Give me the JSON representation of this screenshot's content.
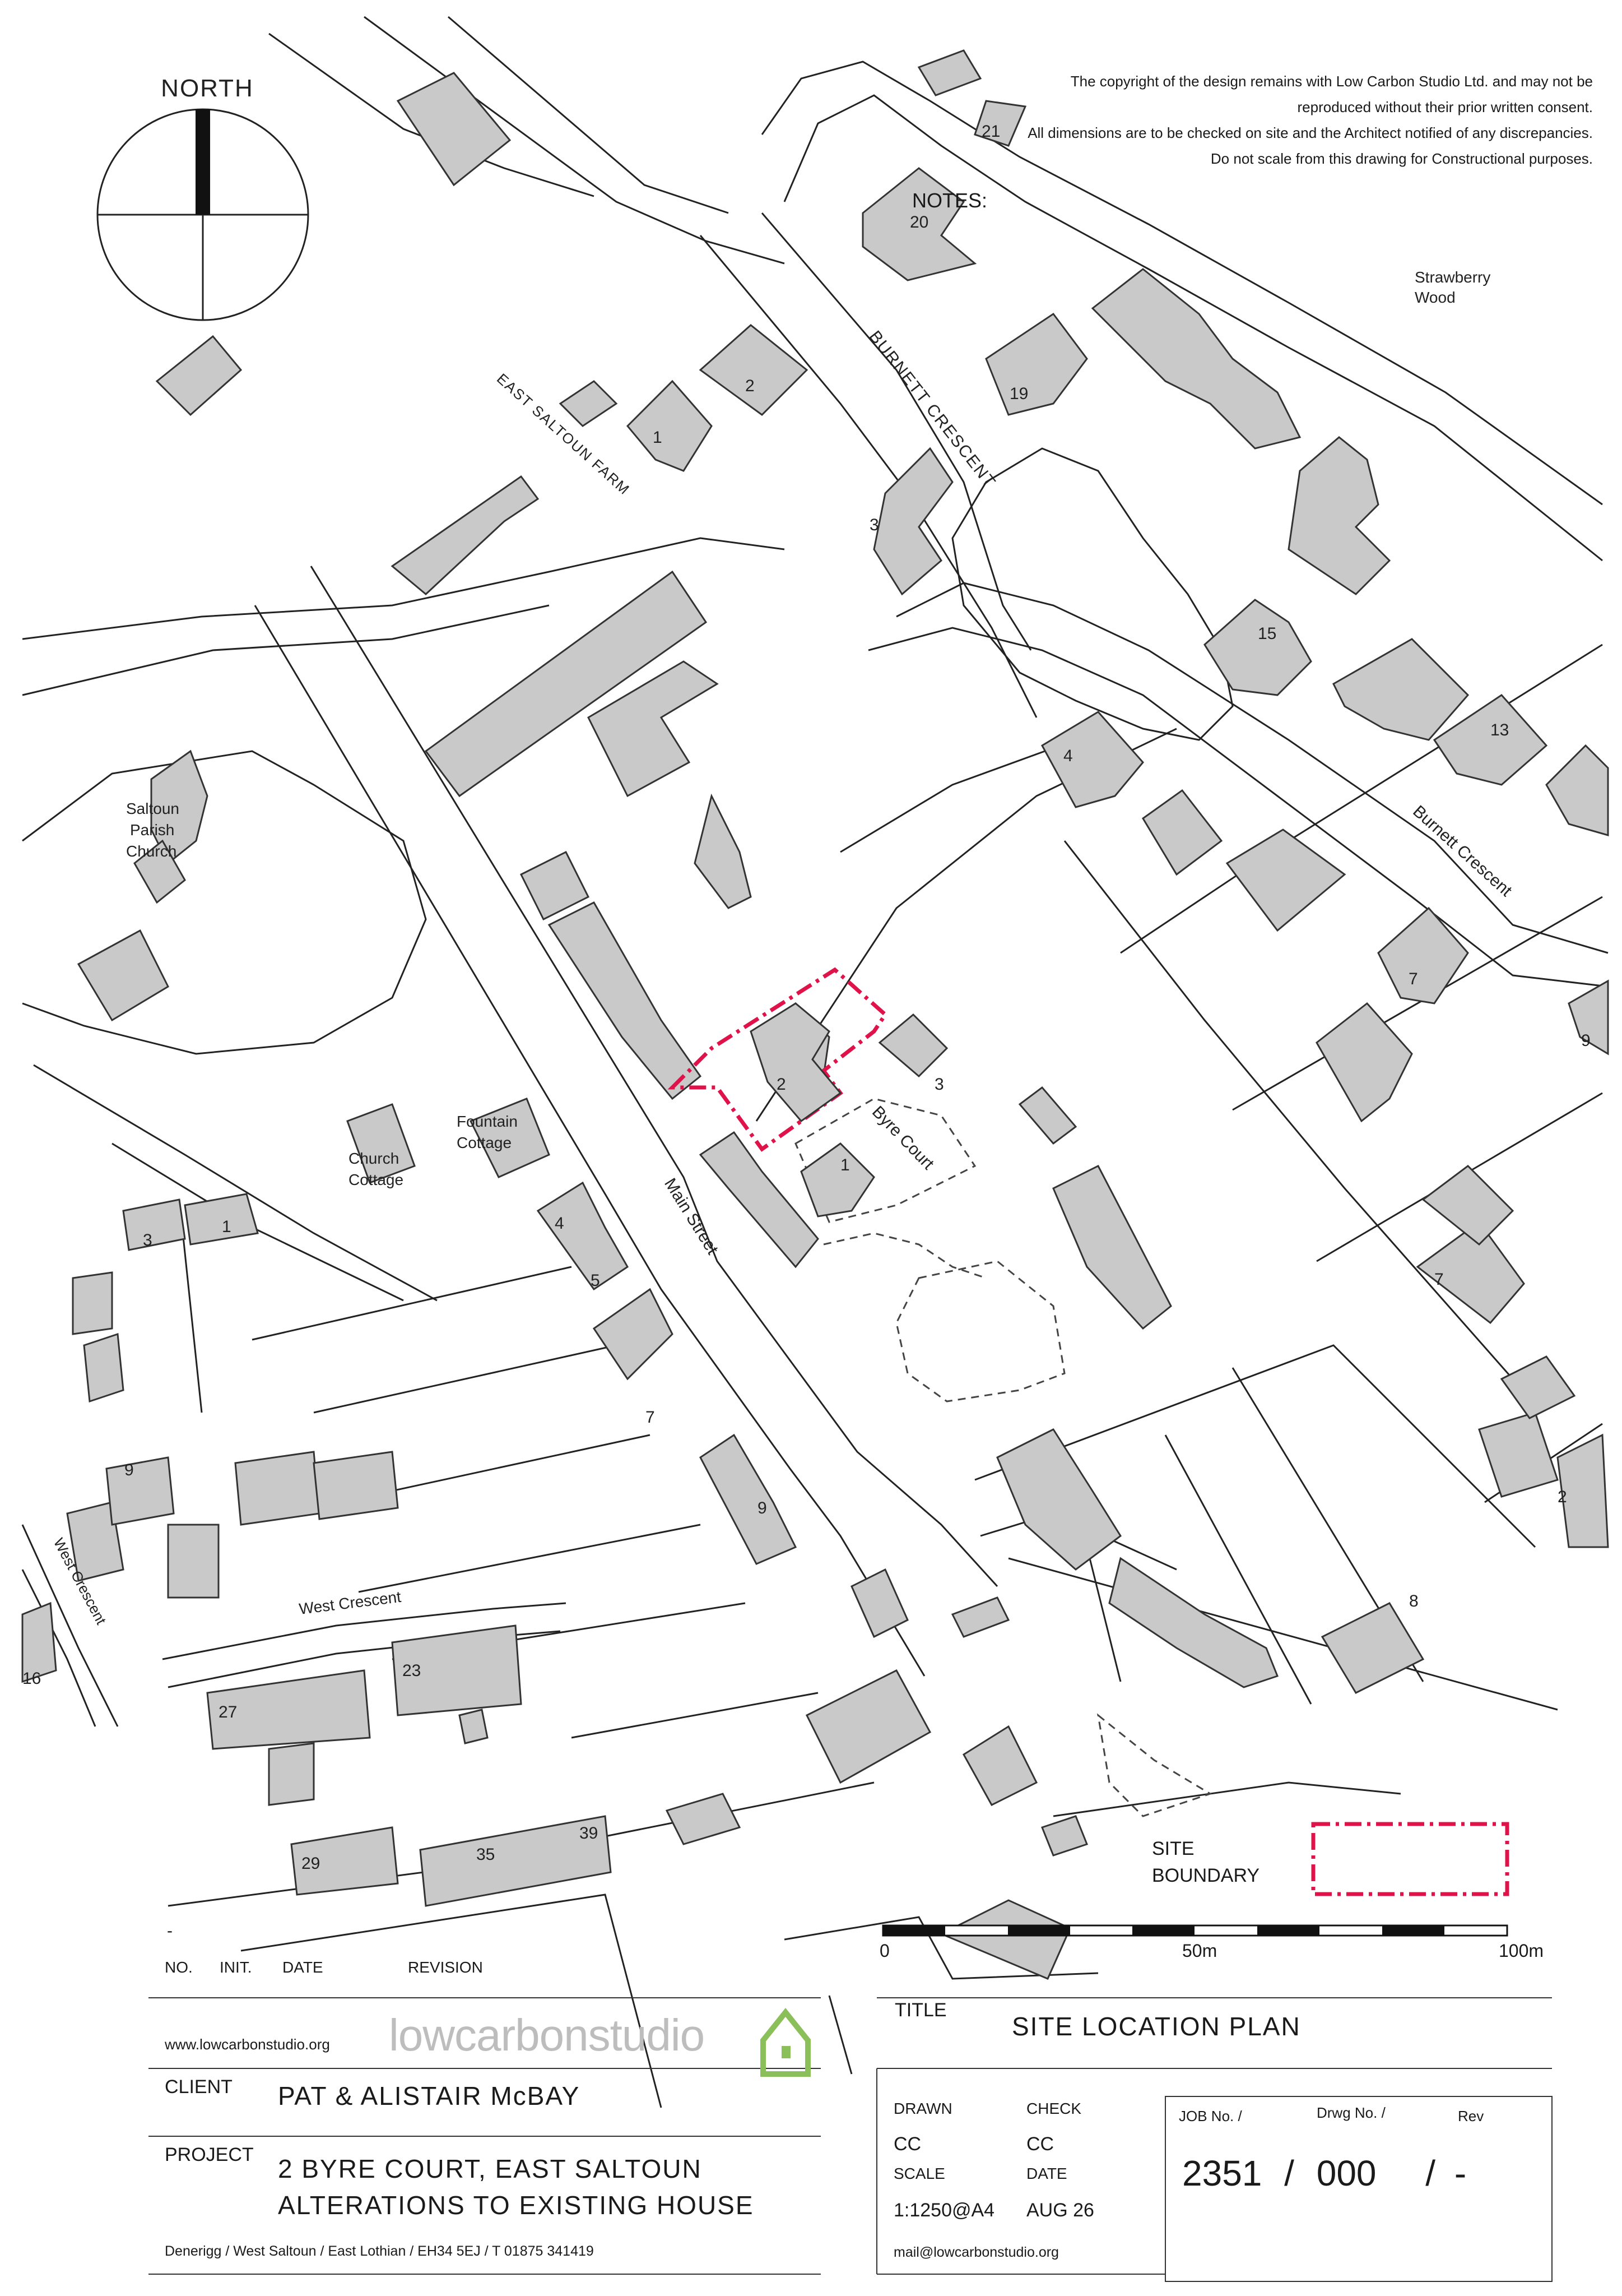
{
  "copyright": [
    "The copyright of the design remains with Low Carbon Studio Ltd. and may not be",
    "reproduced without their prior written consent.",
    "All dimensions are to be checked on site and the Architect notified of any discrepancies.",
    "Do not scale from this drawing for Constructional purposes."
  ],
  "notes_heading": "NOTES:",
  "north_label": "NORTH",
  "map_labels": {
    "strawberry_wood": [
      "Strawberry",
      "Wood"
    ],
    "burnett_crescent_upper": "BURNETT CRESCENT",
    "burnett_crescent_lower": "Burnett Crescent",
    "east_saltoun_farm": "EAST SALTOUN FARM",
    "church": [
      "Saltoun",
      "Parish",
      "Church"
    ],
    "fountain_cottage": [
      "Fountain",
      "Cottage"
    ],
    "church_cottage": [
      "Church",
      "Cottage"
    ],
    "main_street": "Main Street",
    "byre_court": "Byre Court",
    "west_crescent_side": "West Crescent",
    "west_crescent_road": "West Crescent",
    "house_numbers": [
      "21",
      "20",
      "19",
      "2",
      "1",
      "3",
      "15",
      "13",
      "4",
      "7",
      "9",
      "2",
      "3",
      "1",
      "3",
      "4",
      "5",
      "7",
      "9",
      "9",
      "1",
      "16",
      "27",
      "23",
      "29",
      "35",
      "39",
      "7",
      "2",
      "8"
    ]
  },
  "legend": {
    "label": [
      "SITE",
      "BOUNDARY"
    ],
    "color": "#e0124a"
  },
  "scale_bar": {
    "ticks": [
      "0",
      "50m",
      "100m"
    ]
  },
  "revision": {
    "dash": "-",
    "headers": [
      "NO.",
      "INIT.",
      "DATE",
      "REVISION"
    ]
  },
  "logo_text": "lowcarbonstudio",
  "website": "www.lowcarbonstudio.org",
  "title_label": "TITLE",
  "title_value": "SITE LOCATION PLAN",
  "client_label": "CLIENT",
  "client_value": "PAT & ALISTAIR McBAY",
  "project_label": "PROJECT",
  "project_lines": [
    "2 BYRE COURT, EAST SALTOUN",
    "ALTERATIONS TO EXISTING HOUSE"
  ],
  "drawn_label": "DRAWN",
  "drawn_value": "CC",
  "check_label": "CHECK",
  "check_value": "CC",
  "scale_label": "SCALE",
  "scale_value": "1:1250@A4",
  "date_label": "DATE",
  "date_value": "AUG 26",
  "job_label": "JOB No. /",
  "drwg_label": "Drwg No. /",
  "rev_label": "Rev",
  "job_number": "2351",
  "sep1": "/",
  "drwg_number": "000",
  "sep2": "/",
  "rev_value": "-",
  "address": "Denerigg  / West Saltoun  / East Lothian / EH34 5EJ / T  01875 341419",
  "email": "mail@lowcarbonstudio.org"
}
